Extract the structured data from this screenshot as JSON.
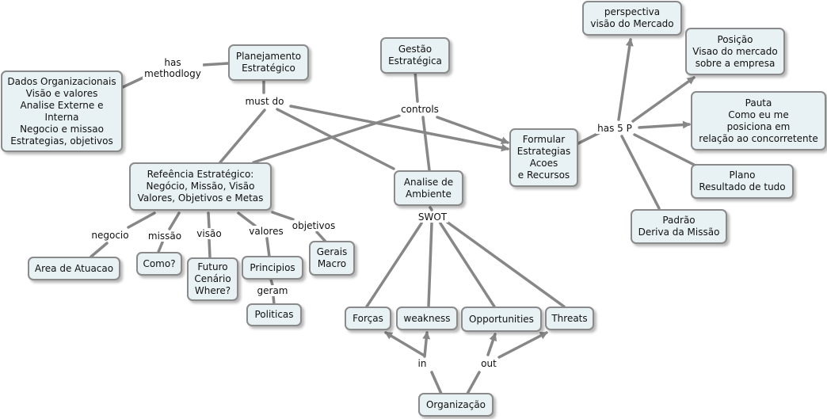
{
  "nodes": {
    "dados": "Dados Organizacionais\nVisão e valores\nAnalise Externe e Interna\nNegocio e missao\nEstrategias, objetivos",
    "planejamento": "Planejamento\nEstratégico",
    "gestao": "Gestão\nEstratégica",
    "perspectiva": "perspectiva\nvisão do Mercado",
    "posicao": "Posição\nVisao do mercado\nsobre a empresa",
    "pauta": "Pauta\nComo eu me\nposiciona em\nrelação ao concorretente",
    "formular": "Formular\nEstrategias\nAcoes\ne Recursos",
    "plano": "Plano\nResultado de tudo",
    "padrao": "Padrão\nDeriva da Missão",
    "referencia": "Refeência Estratégico:\nNegócio, Missão, Visão\nValores, Objetivos e Metas",
    "analise": "Analise de\nAmbiente",
    "area": "Area de Atuacao",
    "como": "Como?",
    "futuro": "Futuro\nCenário\nWhere?",
    "principios": "Principios",
    "gerais": "Gerais\nMacro",
    "politicas": "Politicas",
    "forcas": "Forças",
    "weakness": "weakness",
    "opportunities": "Opportunities",
    "threats": "Threats",
    "organizacao": "Organização"
  },
  "links": {
    "has_methodlogy": "has\nmethodlogy",
    "must_do": "must do",
    "controls": "controls",
    "has_5p": "has 5 P",
    "negocio": "negocio",
    "missao": "missão",
    "visao": "visão",
    "valores": "valores",
    "objetivos": "objetivos",
    "geram": "geram",
    "swot": "SWOT",
    "in": "in",
    "out": "out"
  },
  "colors": {
    "node_fill": "#e8f1f3",
    "node_border": "#8a8a8a",
    "line": "#878787"
  }
}
